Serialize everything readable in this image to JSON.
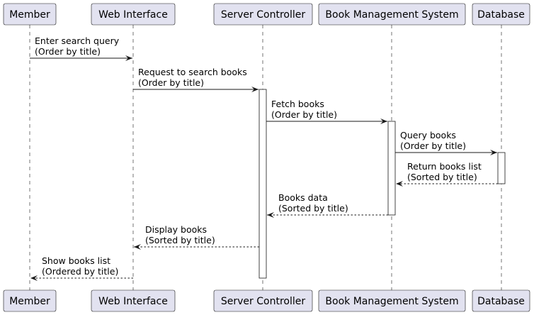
{
  "participants": [
    {
      "id": "member",
      "label": "Member"
    },
    {
      "id": "web",
      "label": "Web Interface"
    },
    {
      "id": "server",
      "label": "Server Controller"
    },
    {
      "id": "bms",
      "label": "Book Management System"
    },
    {
      "id": "db",
      "label": "Database"
    }
  ],
  "messages": [
    {
      "from": "member",
      "to": "web",
      "style": "solid",
      "lines": [
        "Enter search query",
        "(Order by title)"
      ]
    },
    {
      "from": "web",
      "to": "server",
      "style": "solid",
      "lines": [
        "Request to search books",
        "(Order by title)"
      ]
    },
    {
      "from": "server",
      "to": "bms",
      "style": "solid",
      "lines": [
        "Fetch books",
        "(Order by title)"
      ]
    },
    {
      "from": "bms",
      "to": "db",
      "style": "solid",
      "lines": [
        "Query books",
        "(Order by title)"
      ]
    },
    {
      "from": "db",
      "to": "bms",
      "style": "dashed",
      "lines": [
        "Return books list",
        "(Sorted by title)"
      ]
    },
    {
      "from": "bms",
      "to": "server",
      "style": "dashed",
      "lines": [
        "Books data",
        "(Sorted by title)"
      ]
    },
    {
      "from": "server",
      "to": "web",
      "style": "dashed",
      "lines": [
        "Display books",
        "(Sorted by title)"
      ]
    },
    {
      "from": "web",
      "to": "member",
      "style": "dashed",
      "lines": [
        "Show books list",
        "(Ordered by title)"
      ]
    }
  ],
  "activations": [
    {
      "participant": "server",
      "from_message": 1,
      "to_message": 7
    },
    {
      "participant": "bms",
      "from_message": 2,
      "to_message": 5
    },
    {
      "participant": "db",
      "from_message": 3,
      "to_message": 4
    }
  ],
  "colors": {
    "participant_fill": "#e2e2f0",
    "line": "#181818",
    "background": "#ffffff"
  }
}
